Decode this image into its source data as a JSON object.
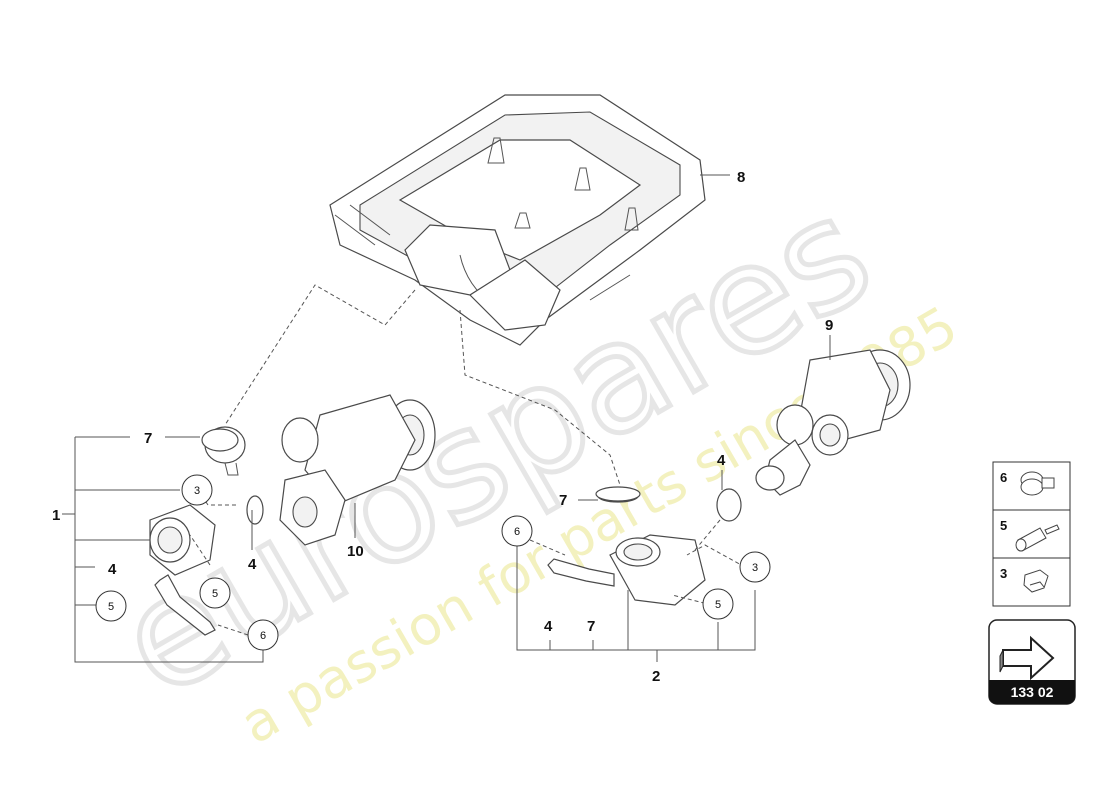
{
  "watermark": {
    "brand": "eurospares",
    "tagline": "a passion for parts since 1985"
  },
  "callouts": {
    "c1": "1",
    "c2": "2",
    "c4_left": "4",
    "c4_mid": "4",
    "c4_right": "4",
    "c4_group2": "4",
    "c7_left": "7",
    "c7_mid": "7",
    "c7_group2": "7",
    "c8": "8",
    "c9": "9",
    "c10": "10"
  },
  "circle_callouts": {
    "left_3": "3",
    "left_5a": "5",
    "left_5b": "5",
    "left_6": "6",
    "right_6": "6",
    "right_3": "3",
    "right_5": "5"
  },
  "legend": [
    {
      "num": "6",
      "icon": "hose-clamp-icon"
    },
    {
      "num": "5",
      "icon": "pin-connector-icon"
    },
    {
      "num": "3",
      "icon": "clip-icon"
    }
  ],
  "reference": {
    "code": "133 02",
    "icon": "arrow-icon"
  }
}
